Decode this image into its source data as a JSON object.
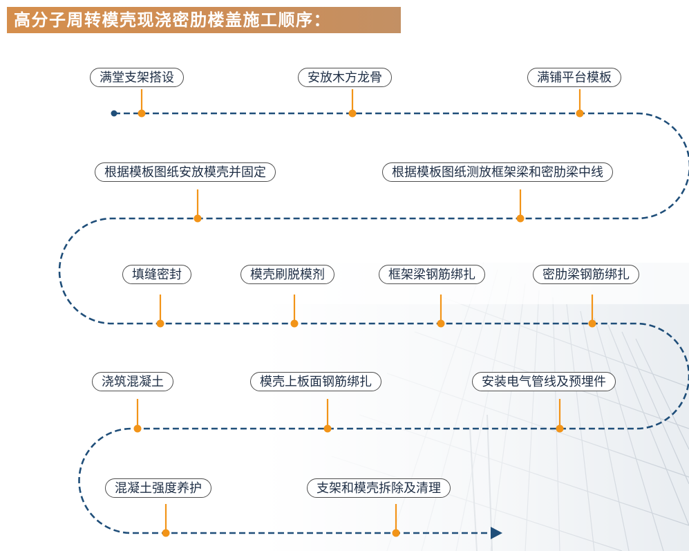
{
  "title": "高分子周转模壳现浇密肋楼盖施工顺序：",
  "colors": {
    "title_bg": "#d08c4f",
    "flow_line": "#1f4e79",
    "connector": "#f29418",
    "box_border": "#4d4d4d"
  },
  "steps": [
    {
      "label": "满堂支架搭设"
    },
    {
      "label": "安放木方龙骨"
    },
    {
      "label": "满铺平台模板"
    },
    {
      "label": "根据模板图纸测放框架梁和密肋梁中线"
    },
    {
      "label": "根据模板图纸安放模壳并固定"
    },
    {
      "label": "填缝密封"
    },
    {
      "label": "模壳刷脱模剂"
    },
    {
      "label": "框架梁钢筋绑扎"
    },
    {
      "label": "密肋梁钢筋绑扎"
    },
    {
      "label": "安装电气管线及预埋件"
    },
    {
      "label": "模壳上板面钢筋绑扎"
    },
    {
      "label": "浇筑混凝土"
    },
    {
      "label": "混凝土强度养护"
    },
    {
      "label": "支架和模壳拆除及清理"
    }
  ]
}
